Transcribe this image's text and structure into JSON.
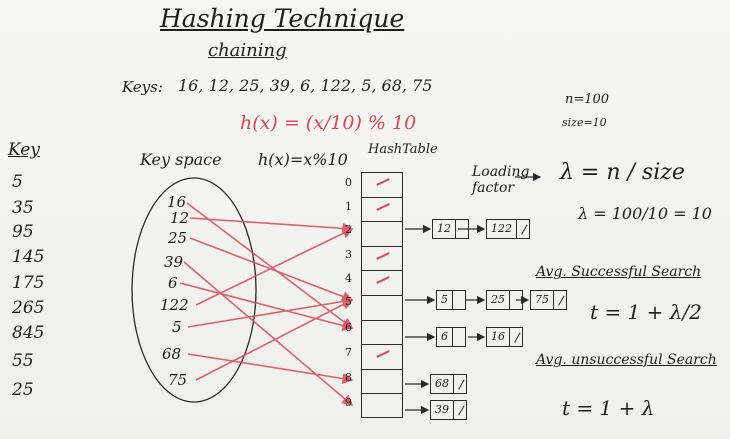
{
  "title": "Hashing Technique",
  "subtitle": "chaining",
  "keys_label": "Keys:",
  "keys_list": "16, 12, 25, 39, 6, 122, 5, 68, 75",
  "hash_function": "h(x) = (x/10) % 10",
  "n_value": "n=100",
  "size_value": "size=10",
  "key_column": {
    "header": "Key",
    "values": [
      "5",
      "35",
      "95",
      "145",
      "175",
      "265",
      "845",
      "55",
      "25"
    ]
  },
  "key_space_label": "Key space",
  "hx_label": "h(x)=x%10",
  "hash_table_label": "HashTable",
  "key_space": [
    "16",
    "12",
    "25",
    "39",
    "6",
    "122",
    "5",
    "68",
    "75"
  ],
  "table_indices": [
    "0",
    "1",
    "2",
    "3",
    "4",
    "5",
    "6",
    "7",
    "8",
    "9"
  ],
  "mappings": [
    {
      "key": "16",
      "slot": "6"
    },
    {
      "key": "12",
      "slot": "2"
    },
    {
      "key": "25",
      "slot": "5"
    },
    {
      "key": "39",
      "slot": "9"
    },
    {
      "key": "6",
      "slot": "6"
    },
    {
      "key": "122",
      "slot": "2"
    },
    {
      "key": "5",
      "slot": "5"
    },
    {
      "key": "68",
      "slot": "8"
    },
    {
      "key": "75",
      "slot": "5"
    }
  ],
  "chains": {
    "slot2": [
      "12",
      "122"
    ],
    "slot5": [
      "5",
      "25",
      "75"
    ],
    "slot6": [
      "6",
      "16"
    ],
    "slot8": [
      "68"
    ],
    "slot9": [
      "39"
    ]
  },
  "loading_factor_label": "Loading factor",
  "lambda_formula": "λ = n / size",
  "lambda_calc": "λ = 100/10 = 10",
  "avg_successful_label": "Avg. Successful Search",
  "avg_successful_formula": "t = 1 + λ/2",
  "avg_unsuccessful_label": "Avg. unsuccessful Search",
  "avg_unsuccessful_formula": "t = 1 + λ",
  "colors": {
    "ink": "#1e1e1e",
    "accent": "#d9485a",
    "board": "#f2f2f0"
  }
}
